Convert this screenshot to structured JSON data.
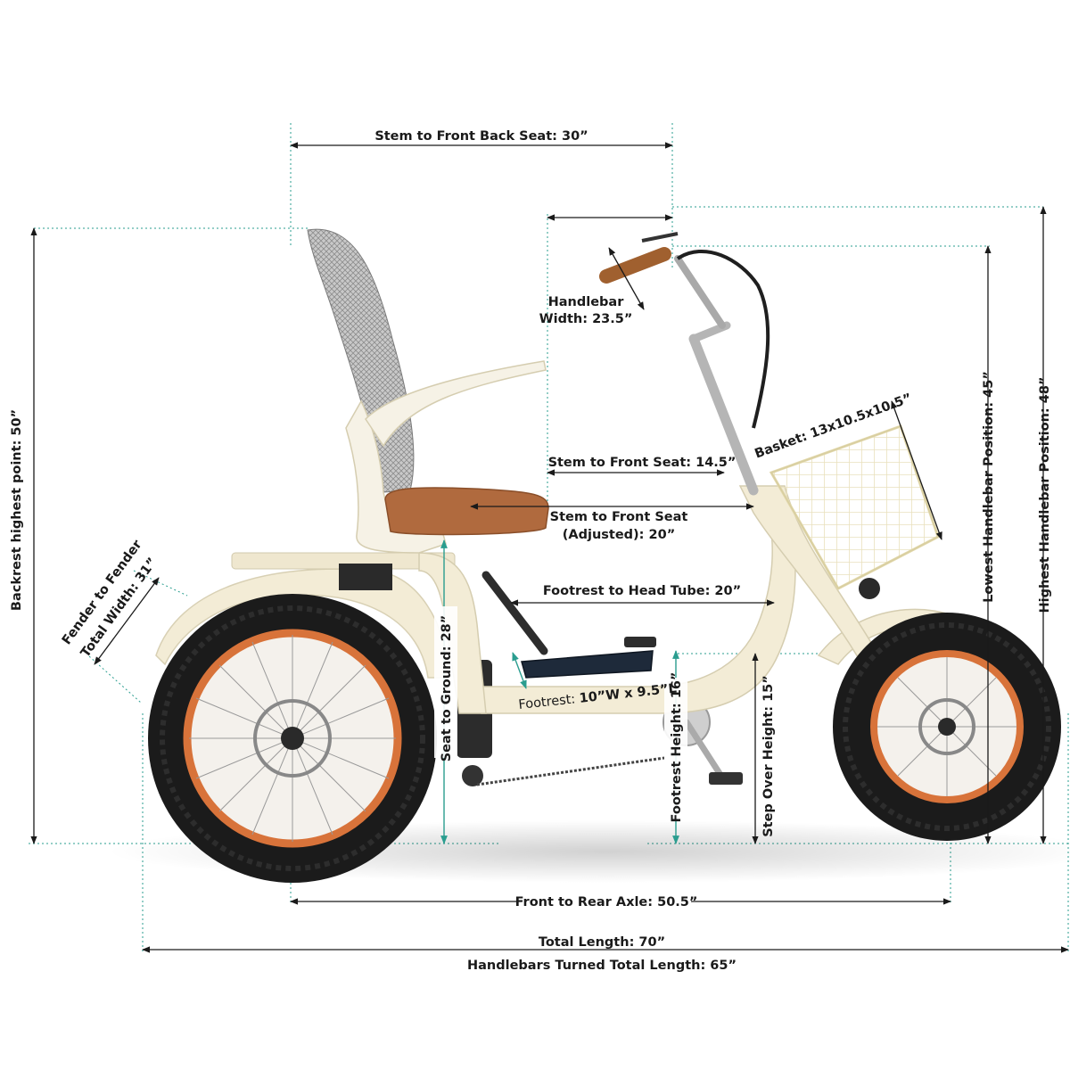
{
  "labels": {
    "stem_to_front_back_seat": "Stem to Front Back Seat: 30”",
    "handlebar_width_1": "Handlebar",
    "handlebar_width_2": "Width: 23.5”",
    "basket": "Basket: 13x10.5x10.5”",
    "stem_to_front_seat": "Stem to Front Seat: 14.5”",
    "stem_to_front_seat_adj_1": "Stem to Front Seat",
    "stem_to_front_seat_adj_2": "(Adjusted): 20”",
    "footrest_to_head_tube": "Footrest to Head Tube: 20”",
    "footrest_size_prefix": "Footrest: ",
    "footrest_size_value": "10”W x 9.5”L",
    "seat_to_ground": "Seat to Ground: 28”",
    "footrest_height": "Footrest Height: 16”",
    "step_over_height": "Step Over Height: 15”",
    "backrest_highest_point": "Backrest highest point: 50”",
    "fender_width_1": "Fender to Fender",
    "fender_width_2": "Total Width: 31”",
    "lowest_handlebar": "Lowest Handlebar Position: 45”",
    "highest_handlebar": "Highest Handlebar Position: 48”",
    "front_to_rear_axle": "Front to Rear Axle: 50.5”",
    "total_length": "Total Length: 70”",
    "handlebars_turned_length": "Handlebars Turned Total Length: 65”"
  },
  "colors": {
    "frame": "#f3ecd6",
    "tire": "#1c1c1c",
    "rim": "#d8733a",
    "seat": "#b06a3e",
    "grip": "#a0602f",
    "mesh": "#9a9a9a",
    "dimension_line": "#1a1a1a",
    "guide_line": "#2a9d8f"
  }
}
